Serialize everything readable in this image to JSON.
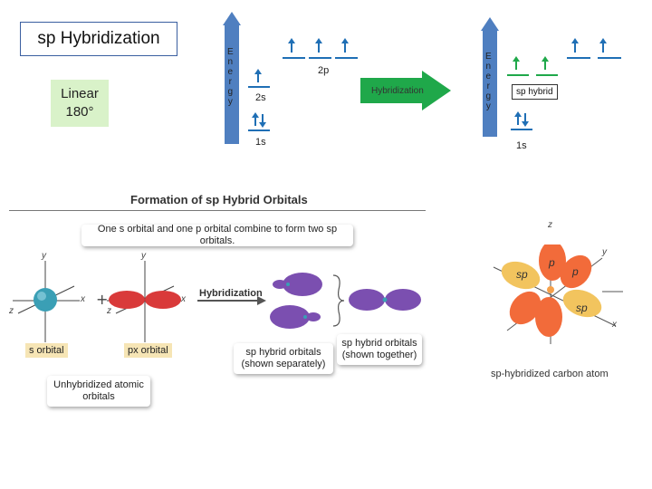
{
  "title": "sp Hybridization",
  "linear": {
    "line1": "Linear",
    "line2": "180°"
  },
  "left_diagram": {
    "energy_letters": [
      "E",
      "n",
      "e",
      "r",
      "g",
      "y"
    ],
    "label_2p": "2p",
    "label_2s": "2s",
    "label_1s": "1s"
  },
  "hybridization_arrow_label": "Hybridization",
  "right_diagram": {
    "energy_letters": [
      "E",
      "n",
      "e",
      "r",
      "g",
      "y"
    ],
    "sp_hybrid_label": "sp hybrid",
    "label_1s": "1s"
  },
  "colors": {
    "accent_blue": "#1f6fb5",
    "arrow_green": "#1fa84a",
    "energy_arrow": "#4f7fc0",
    "orbital_red": "#d93a3a",
    "orbital_purple": "#7b4fb0"
  },
  "figure": {
    "title": "Formation of sp Hybrid Orbitals",
    "callout_top": "One s orbital and one p orbital combine to form two sp orbitals.",
    "s_orbital": "s orbital",
    "px_orbital": "px orbital",
    "hybridization": "Hybridization",
    "sp_separately": "sp hybrid orbitals\n(shown separately)",
    "sp_together": "sp hybrid orbitals\n(shown together)",
    "unhybridized": "Unhybridized atomic\norbitals",
    "carbon_caption": "sp-hybridized carbon atom",
    "axis_x": "x",
    "axis_y": "y",
    "axis_z": "z",
    "lobe_sp": "sp",
    "lobe_p": "p"
  }
}
